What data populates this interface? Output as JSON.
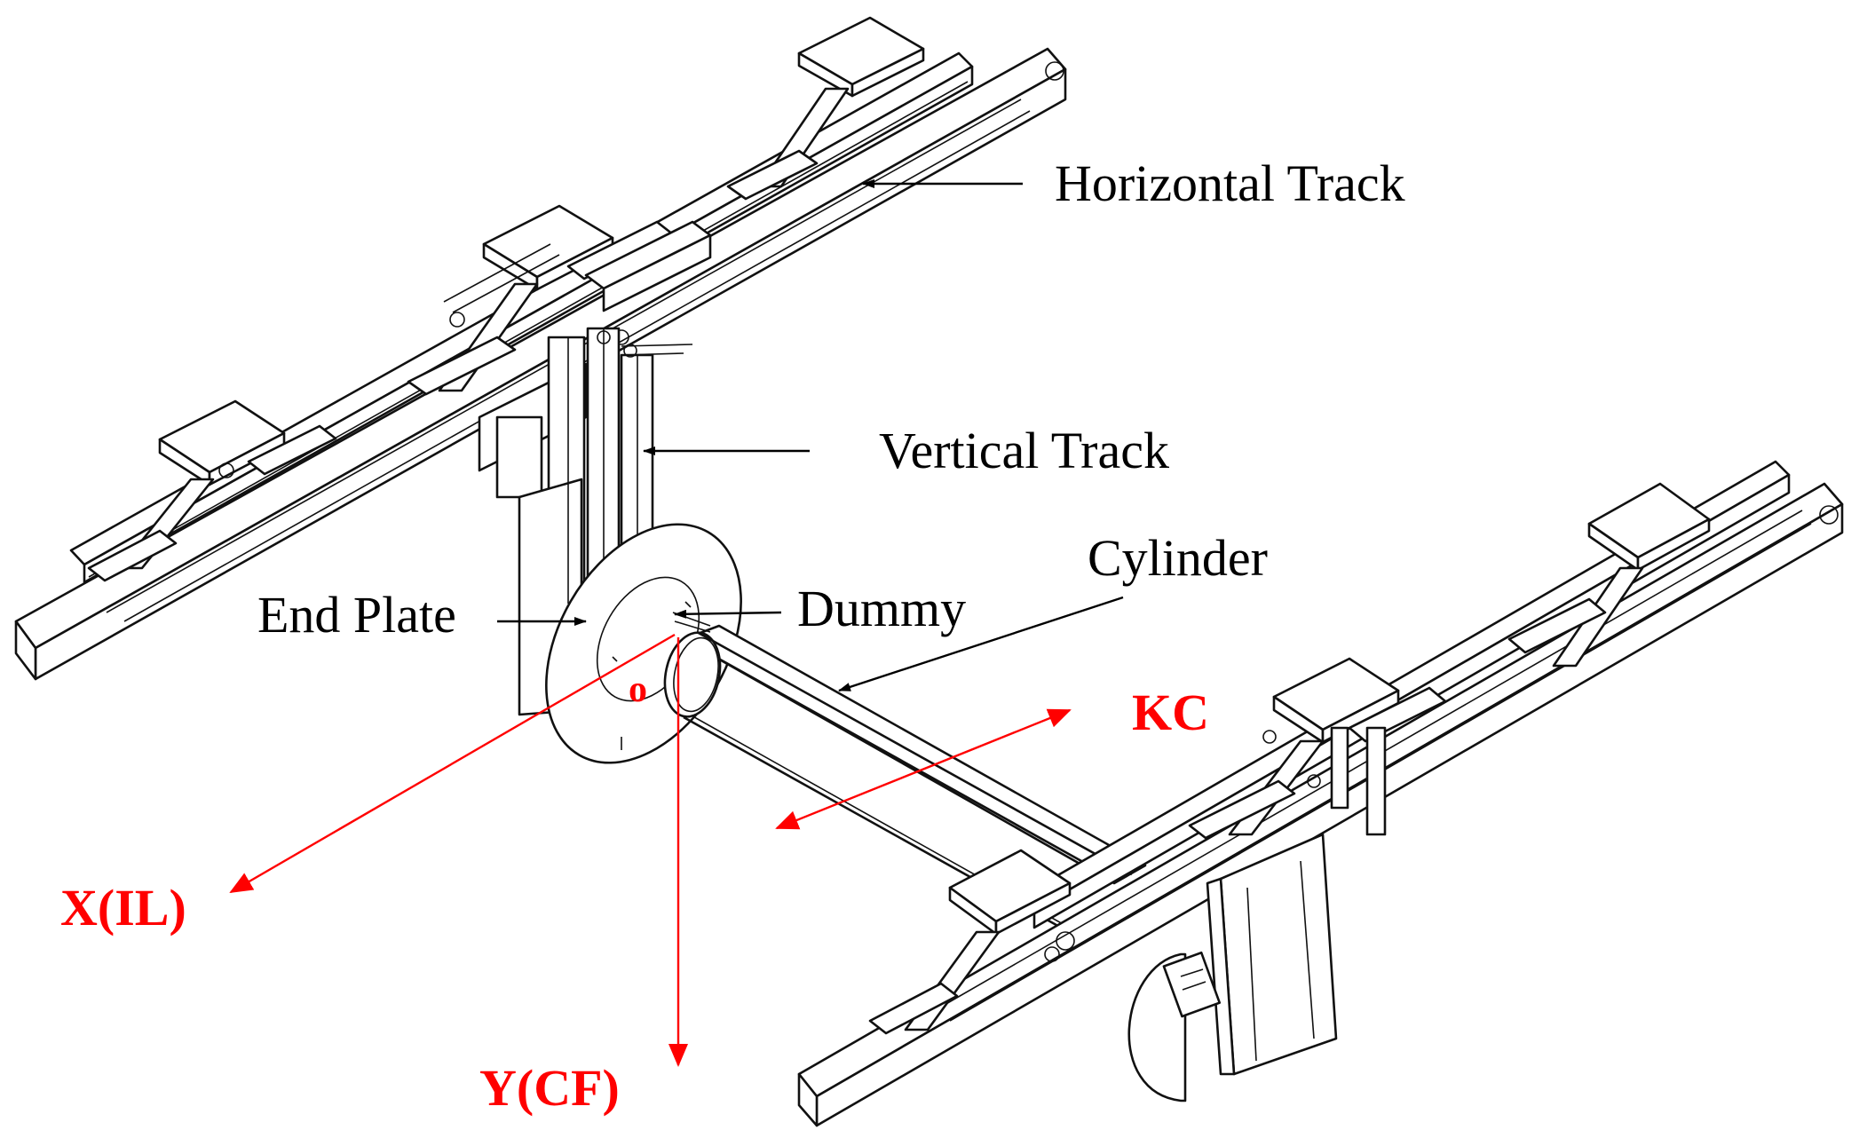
{
  "labels": {
    "horizontal_track": "Horizontal Track",
    "vertical_track": "Vertical Track",
    "cylinder": "Cylinder",
    "end_plate": "End Plate",
    "dummy": "Dummy",
    "kc": "KC",
    "x_axis": "X(IL)",
    "y_axis": "Y(CF)",
    "origin": "o"
  },
  "colors": {
    "axis": "#ff0000",
    "lines": "#111111",
    "background": "#ffffff"
  }
}
